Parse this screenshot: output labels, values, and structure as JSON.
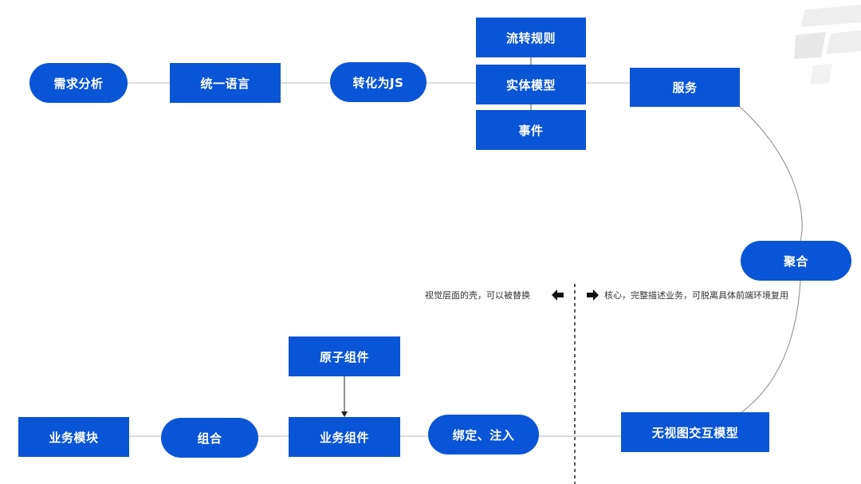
{
  "nodes": {
    "requirement_analysis": "需求分析",
    "unified_language": "统一语言",
    "convert_to_js": "转化为JS",
    "flow_rules": "流转规则",
    "entity_model": "实体模型",
    "events": "事件",
    "service": "服务",
    "aggregate": "聚合",
    "viewless_interaction_model": "无视图交互模型",
    "bind_inject": "绑定、注入",
    "business_component": "业务组件",
    "atomic_component": "原子组件",
    "combine": "组合",
    "business_module": "业务模块"
  },
  "notes": {
    "left": "视觉层面的壳，可以被替换",
    "right": "核心，完整描述业务，可脱离具体前端环境复用"
  },
  "colors": {
    "node_fill": "#0a55d6",
    "line": "#bbbbbb",
    "curve": "#888888",
    "divider": "#222222"
  }
}
